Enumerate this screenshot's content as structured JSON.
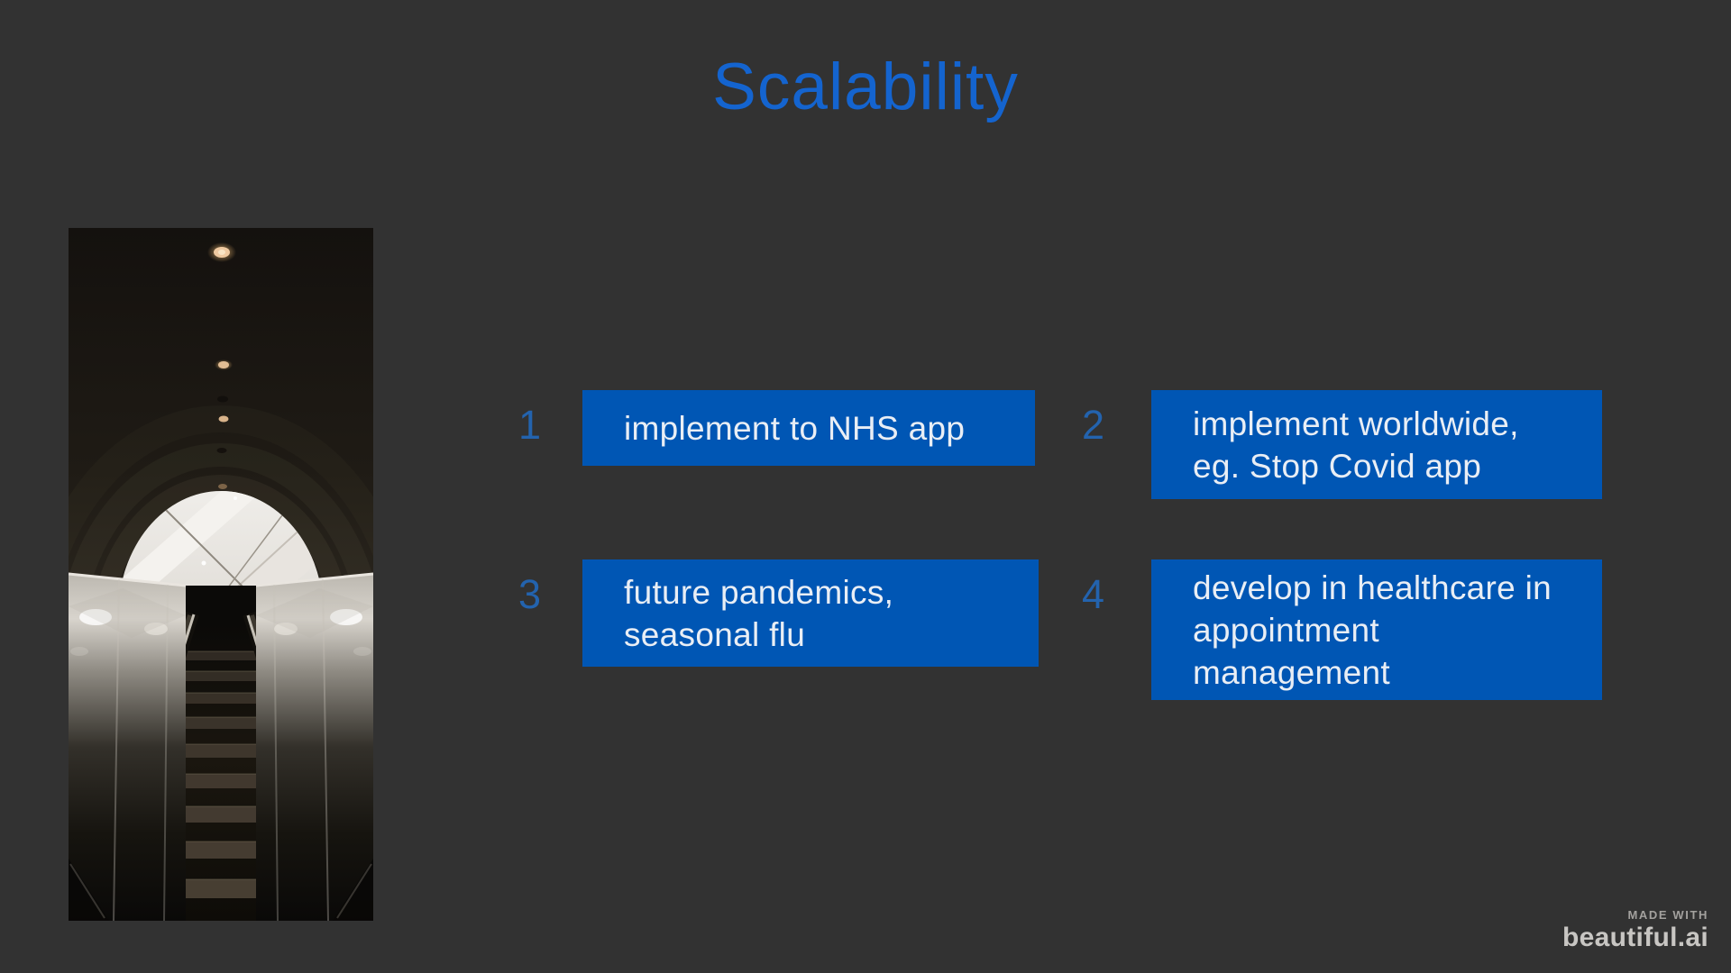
{
  "slide": {
    "title": "Scalability",
    "items": [
      {
        "number": "1",
        "text": "implement to NHS app"
      },
      {
        "number": "2",
        "text": "implement worldwide,\neg. Stop Covid app"
      },
      {
        "number": "3",
        "text": "future pandemics,\nseasonal flu"
      },
      {
        "number": "4",
        "text": "develop in healthcare in\nappointment\nmanagement"
      }
    ],
    "image": {
      "name": "escalator-photo",
      "alt": "Escalator rising through a dark tunnel toward a bright arched white ceiling"
    },
    "watermark": {
      "small": "MADE WITH",
      "brand": "beautiful.ai"
    },
    "colors": {
      "background": "#323232",
      "box_blue": "#0056b4",
      "title_blue": "#1464cf",
      "number_blue": "#2363ae"
    }
  }
}
